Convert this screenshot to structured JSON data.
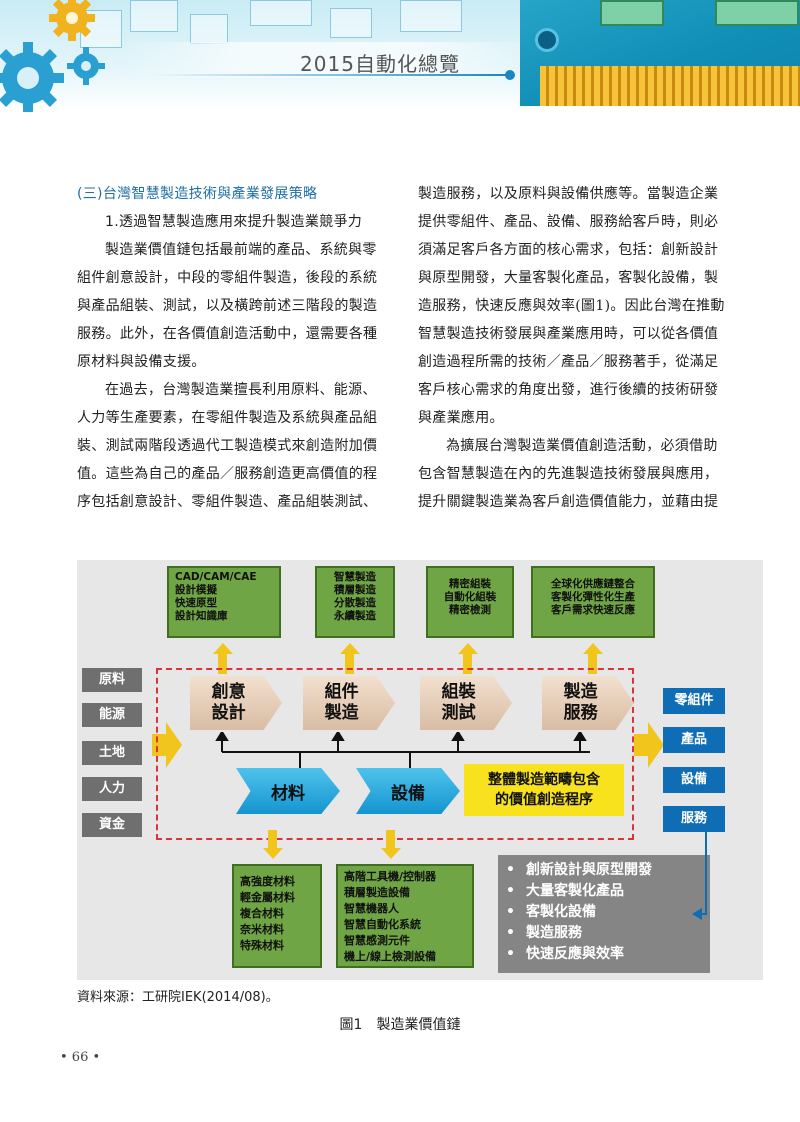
{
  "header": {
    "title": "2015自動化總覽"
  },
  "left_column": {
    "section_title": "(三)台灣智慧製造技術與產業發展策略",
    "subsection_title": "1.透過智慧製造應用來提升製造業競爭力",
    "paragraphs": [
      "製造業價值鏈包括最前端的產品、系統與零組件創意設計，中段的零組件製造，後段的系統與產品組裝、測試，以及橫跨前述三階段的製造服務。此外，在各價值創造活動中，還需要各種原材料與設備支援。",
      "在過去，台灣製造業擅長利用原料、能源、人力等生產要素，在零組件製造及系統與產品組裝、測試兩階段透過代工製造模式來創造附加價值。這些為自己的產品／服務創造更高價值的程序包括創意設計、零組件製造、產品組裝測試、"
    ]
  },
  "right_column": {
    "paragraphs": [
      "製造服務，以及原料與設備供應等。當製造企業提供零組件、產品、設備、服務給客戶時，則必須滿足客戶各方面的核心需求，包括：創新設計與原型開發，大量客製化產品，客製化設備，製造服務，快速反應與效率(圖1)。因此台灣在推動智慧製造技術發展與產業應用時，可以從各價值創造過程所需的技術／產品／服務著手，從滿足客戶核心需求的角度出發，進行後續的技術研發與產業應用。",
      "為擴展台灣製造業價值創造活動，必須借助包含智慧製造在內的先進製造技術發展與應用，提升關鍵製造業為客戶創造價值能力，並藉由提"
    ]
  },
  "figure": {
    "top_boxes": [
      [
        "CAD/CAM/CAE",
        "設計模擬",
        "快速原型",
        "設計知識庫"
      ],
      [
        "智慧製造",
        "積層製造",
        "分散製造",
        "永續製造"
      ],
      [
        "精密組裝",
        "自動化組裝",
        "精密檢測"
      ],
      [
        "全球化供應鏈整合",
        "客製化彈性化生產",
        "客戶需求快速反應"
      ]
    ],
    "inputs": [
      "原料",
      "能源",
      "土地",
      "人力",
      "資金"
    ],
    "stages": [
      [
        "創意",
        "設計"
      ],
      [
        "組件",
        "製造"
      ],
      [
        "組裝",
        "測試"
      ],
      [
        "製造",
        "服務"
      ]
    ],
    "supports": [
      "材料",
      "設備"
    ],
    "highlight": [
      "整體製造範疇包含",
      "的價值創造程序"
    ],
    "outputs": [
      "零組件",
      "產品",
      "設備",
      "服務"
    ],
    "bottom_boxes": [
      [
        "高強度材料",
        "輕金屬材料",
        "複合材料",
        "奈米材料",
        "特殊材料"
      ],
      [
        "高階工具機/控制器",
        "積層製造設備",
        "智慧機器人",
        "智慧自動化系統",
        "智慧感測元件",
        "機上/線上檢測設備"
      ]
    ],
    "benefits": [
      "創新設計與原型開發",
      "大量客製化產品",
      "客製化設備",
      "製造服務",
      "快速反應與效率"
    ],
    "colors": {
      "green": "#6fa544",
      "yellow": "#f2c51d",
      "blue": "#0e6db5",
      "chevron": "#1494cf",
      "dashed": "#d6353a"
    }
  },
  "source": "資料來源：工研院IEK(2014/08)。",
  "caption": {
    "label": "圖1",
    "text": "製造業價值鏈"
  },
  "page_number": "• 66 •"
}
